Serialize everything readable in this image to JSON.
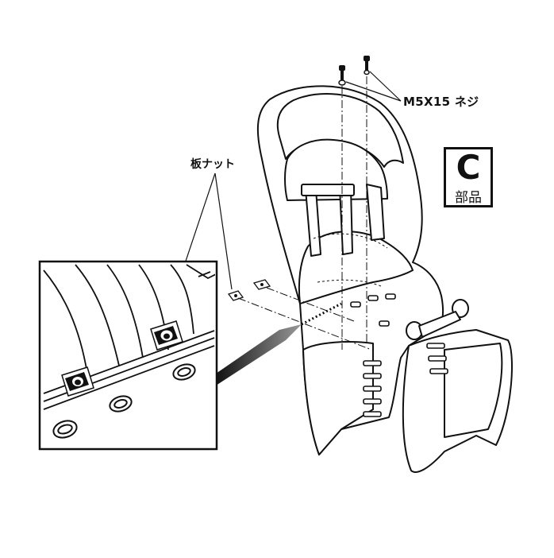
{
  "labels": {
    "screw": "M5X15 ネジ",
    "plate_nut": "板ナット"
  },
  "part_badge": {
    "letter": "C",
    "word": "部品"
  },
  "colors": {
    "ink": "#111111",
    "paper": "#ffffff"
  },
  "icons": [
    "screw-icon",
    "plate-nut-icon",
    "child-seat-drawing",
    "detail-inset"
  ]
}
